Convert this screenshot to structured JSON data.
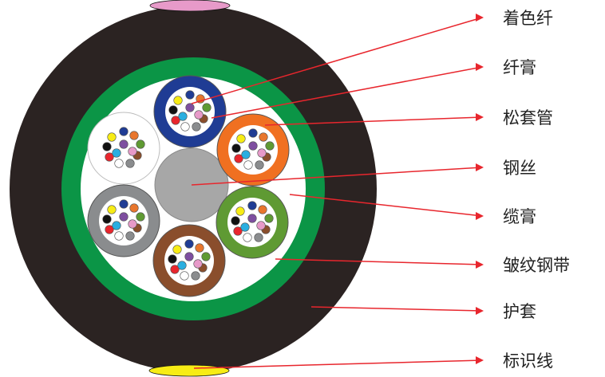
{
  "labels": [
    {
      "key": "colored_fiber",
      "text": "着色纤"
    },
    {
      "key": "fiber_gel",
      "text": "纤膏"
    },
    {
      "key": "loose_tube",
      "text": "松套管"
    },
    {
      "key": "steel_wire",
      "text": "钢丝"
    },
    {
      "key": "cable_gel",
      "text": "缆膏"
    },
    {
      "key": "corrugated_steel_tape",
      "text": "皱纹钢带"
    },
    {
      "key": "sheath",
      "text": "护套"
    },
    {
      "key": "marking_line",
      "text": "标识线"
    }
  ],
  "colors": {
    "sheath": "#2b2322",
    "armor_tape": "#0b9546",
    "filler": "#ffffff",
    "central_member": "#a7a7a7",
    "leader_line": "#e8262d",
    "marking_top": "#e79ac9",
    "marking_bottom": "#f7ec15",
    "tubes": [
      "#1f3c94",
      "#f07021",
      "#5f9a33",
      "#8a4e2c",
      "#8a8c8e",
      "#ffffff"
    ],
    "fibers": [
      "#1f3c94",
      "#e8762d",
      "#5f9a33",
      "#8a4e2c",
      "#8a8c8e",
      "#ffffff",
      "#e8262d",
      "#111111",
      "#f7ec15",
      "#7e4fa0",
      "#e79ac9",
      "#2aaee0"
    ]
  }
}
